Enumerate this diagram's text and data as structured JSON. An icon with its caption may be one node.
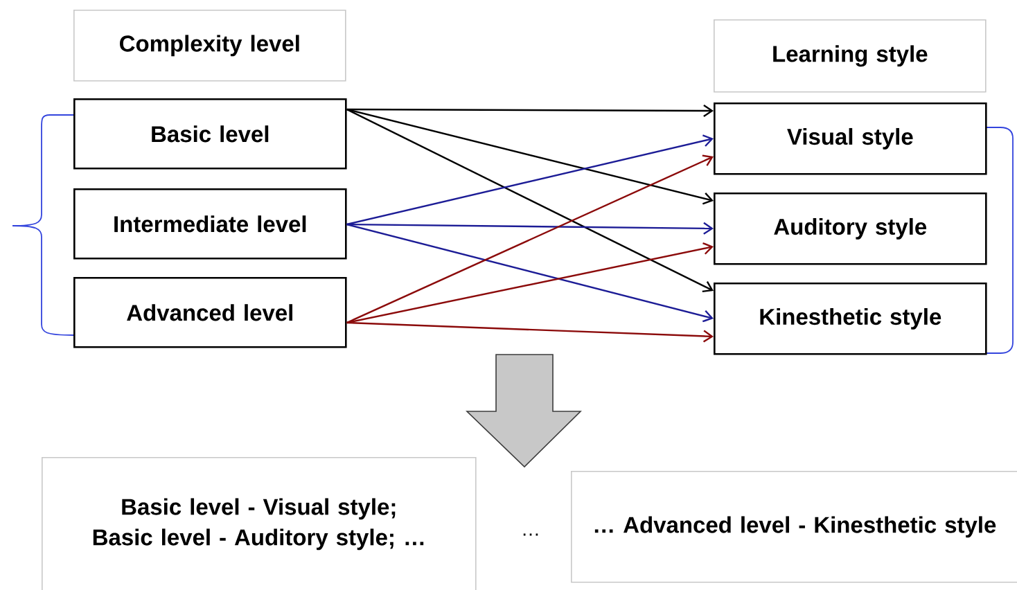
{
  "diagram": {
    "nodes": [
      {
        "text": [
          "Complexity level"
        ]
      },
      {
        "text": [
          "Basic level"
        ]
      },
      {
        "text": [
          "Intermediate level"
        ]
      },
      {
        "text": [
          "Advanced level"
        ]
      },
      {
        "text": [
          "Learning style"
        ]
      },
      {
        "text": [
          "Visual style"
        ]
      },
      {
        "text": [
          "Auditory style"
        ]
      },
      {
        "text": [
          "Kinesthetic style"
        ]
      },
      {
        "text": [
          "Basic level - Visual style; Basic level - Auditory style; …"
        ]
      },
      {
        "text": [
          "… Advanced level - Kinesthetic style"
        ]
      }
    ],
    "edges": [
      {
        "from": 1,
        "to": 5,
        "arrow": "to"
      },
      {
        "from": 1,
        "to": 6,
        "arrow": "to"
      },
      {
        "from": 1,
        "to": 7,
        "arrow": "to"
      },
      {
        "from": 2,
        "to": 5,
        "arrow": "to",
        "color": "#1c1c96"
      },
      {
        "from": 2,
        "to": 6,
        "arrow": "to",
        "color": "#1c1c96"
      },
      {
        "from": 2,
        "to": 7,
        "arrow": "to",
        "color": "#1c1c96"
      },
      {
        "from": 3,
        "to": 5,
        "arrow": "to",
        "color": "#8b0a0a"
      },
      {
        "from": 3,
        "to": 6,
        "arrow": "to",
        "color": "#8b0a0a"
      },
      {
        "from": 3,
        "to": 7,
        "arrow": "to",
        "color": "#8b0a0a"
      }
    ],
    "labels": [
      "…"
    ]
  }
}
